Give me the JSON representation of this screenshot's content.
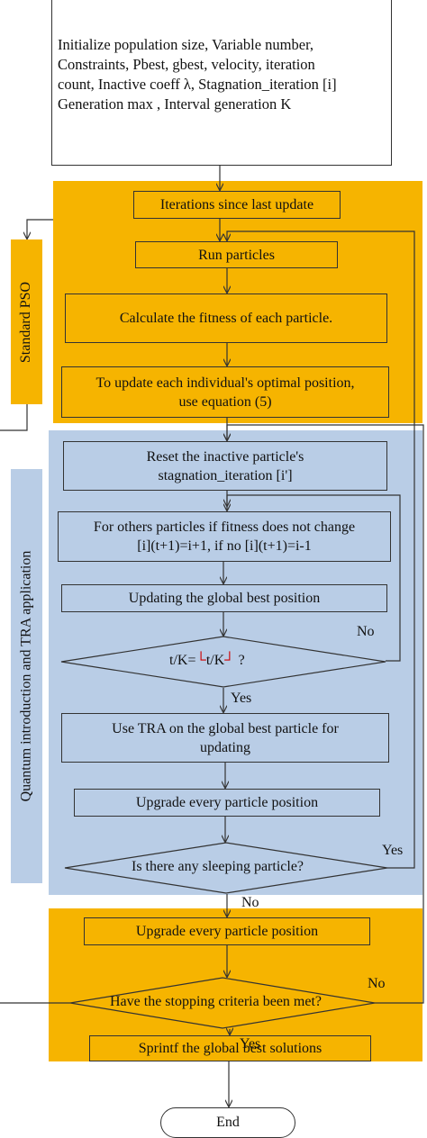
{
  "init": {
    "lines": [
      "Initialize  population size, Variable number,",
      "Constraints, Pbest, gbest, velocity, iteration",
      "count, Inactive coeff λ, Stagnation_iteration [i]",
      "Generation max , Interval generation K"
    ]
  },
  "side_labels": {
    "pso": "Standard PSO",
    "quantum": "Quantum introduction and TRA application"
  },
  "steps": {
    "iterations": "Iterations since last update",
    "run": "Run particles",
    "fitness": "Calculate the fitness of each particle.",
    "update_line1": "To update each individual's optimal position,",
    "update_line2": "use equation (5)",
    "reset_line1": "Reset the inactive particle's",
    "reset_line2": "stagnation_iteration [i']",
    "others_line1": "For others particles if fitness does not change",
    "others_line2": "[i](t+1)=i+1, if no [i](t+1)=i-1",
    "global": "Updating the global best position",
    "tra_line1": "Use TRA on the global best particle for",
    "tra_line2": "updating",
    "upgrade1": "Upgrade every particle position",
    "upgrade2": "Upgrade every particle position",
    "sprintf": "Sprintf the global best solutions",
    "end": "End"
  },
  "decisions": {
    "tk_prefix": "t/K=",
    "tk_floor_open": "└",
    "tk_mid": "t/K",
    "tk_floor_close": "┘",
    "tk_suffix": " ?",
    "sleeping": "Is there any sleeping particle?",
    "stopping": "Have the stopping criteria been met?"
  },
  "branch_labels": {
    "no1": "No",
    "yes1": "Yes",
    "yes2": "Yes",
    "no2": "No",
    "no3": "No",
    "yes3": "Yes"
  },
  "colors": {
    "orange": "#f6b400",
    "blue": "#b9cde6",
    "floor_symbol": "#d00000"
  }
}
